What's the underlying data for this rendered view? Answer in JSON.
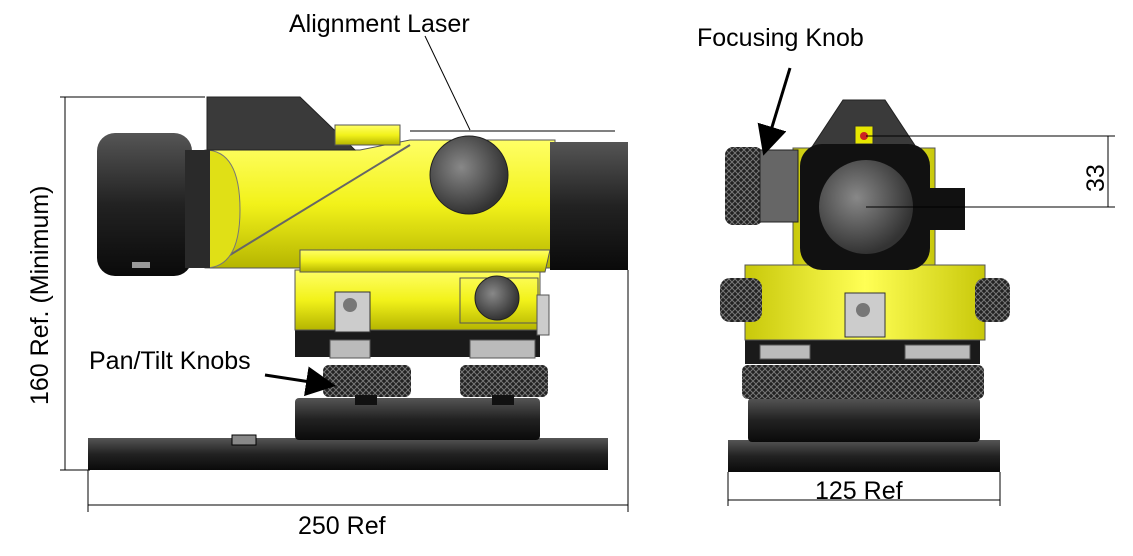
{
  "labels": {
    "alignment_laser": "Alignment Laser",
    "focusing_knob": "Focusing Knob",
    "pan_tilt_knobs": "Pan/Tilt Knobs",
    "height_dim": "160 Ref. (Minimum)",
    "width_side": "250 Ref",
    "width_front": "125 Ref",
    "laser_offset": "33"
  },
  "colors": {
    "body": "#f2f21a",
    "body_shade": "#c8c80a",
    "dark": "#2b2b2b",
    "black": "#111111",
    "base": "#3a3a3a"
  }
}
